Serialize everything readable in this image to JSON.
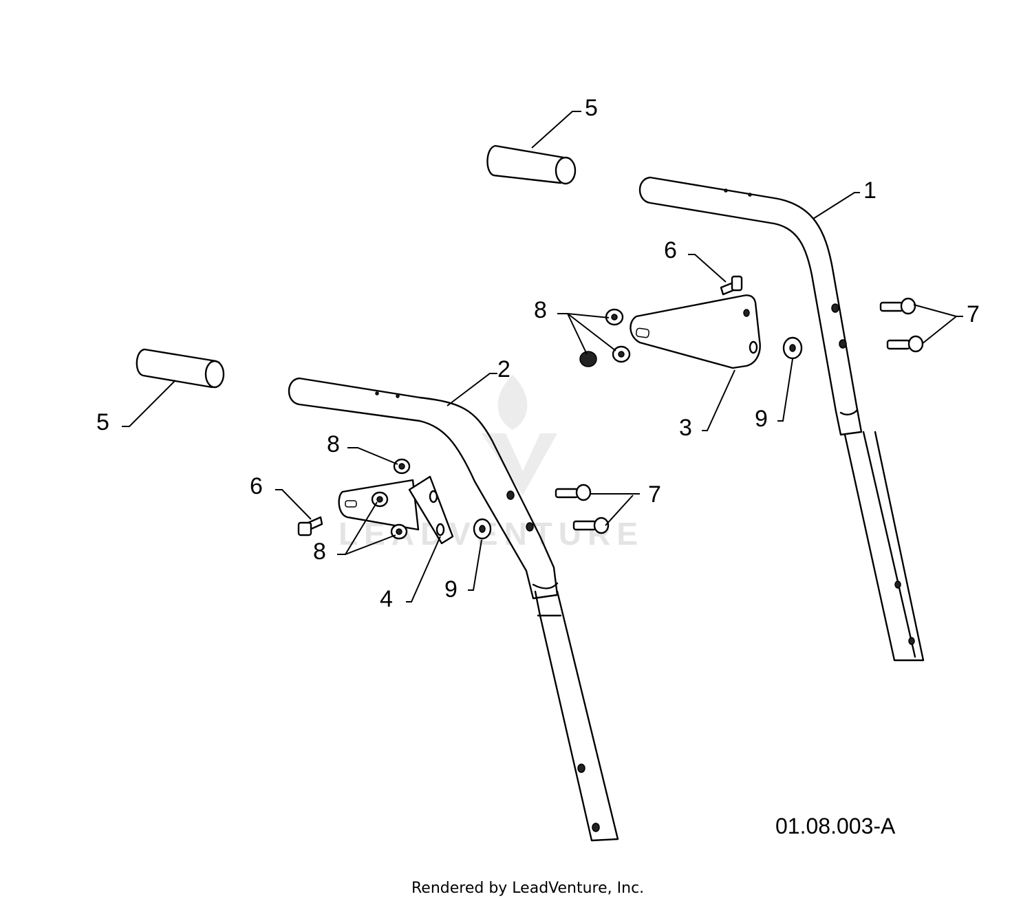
{
  "callouts": {
    "handle_upper_right": "1",
    "handle_upper_left": "2",
    "bracket_right": "3",
    "bracket_left": "4",
    "grip_top": "5",
    "grip_left": "5",
    "bolt_right": "6",
    "bolt_left": "6",
    "nut_right": "8",
    "nut_left_top": "8",
    "nut_left_bottom": "8",
    "carriage_bolts_right": "7",
    "carriage_bolts_left": "7",
    "washer_right": "9",
    "washer_left": "9"
  },
  "diagram_code": "01.08.003-A",
  "footer": "Rendered by LeadVenture, Inc.",
  "watermark": "LEADVENTURE"
}
